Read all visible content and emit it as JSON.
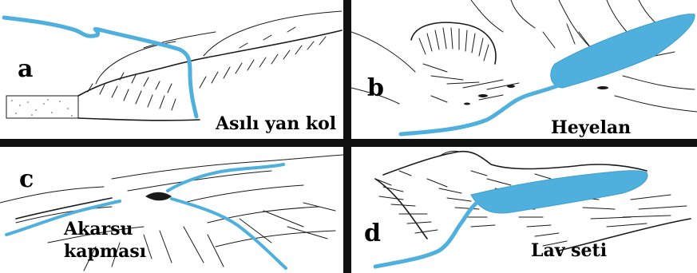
{
  "panels": [
    {
      "letter": "a",
      "caption": "Asılı yan kol"
    },
    {
      "letter": "b",
      "caption": "Heyelan"
    },
    {
      "letter": "c",
      "caption_lines": [
        "Akarsu",
        "kapması"
      ]
    },
    {
      "letter": "d",
      "caption": "Lav seti"
    }
  ],
  "colors": {
    "water": "#4fb0dd",
    "ink": "#1a1a1a",
    "frame": "#111111"
  }
}
